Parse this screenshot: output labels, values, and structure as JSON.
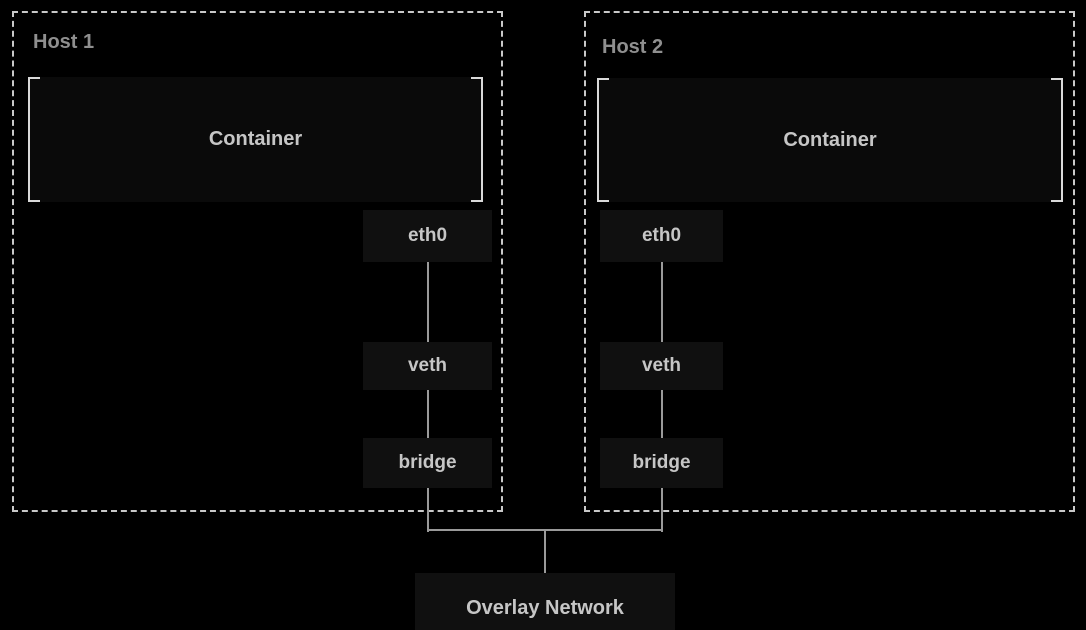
{
  "diagram": {
    "hosts": [
      {
        "label": "Host 1",
        "container": {
          "label": "Container"
        },
        "interfaces": [
          {
            "label": "eth0"
          },
          {
            "label": "veth"
          },
          {
            "label": "bridge"
          }
        ]
      },
      {
        "label": "Host 2",
        "container": {
          "label": "Container"
        },
        "interfaces": [
          {
            "label": "eth0"
          },
          {
            "label": "veth"
          },
          {
            "label": "bridge"
          }
        ]
      }
    ],
    "overlay_network": {
      "label": "Overlay Network"
    },
    "colors": {
      "background": "#000000",
      "host_border_dashed": "#c9c9c9",
      "container_bracket": "#d9d9d9",
      "container_fill": "#0a0a0a",
      "node_fill": "#101010",
      "connector_line": "#9a9a9a",
      "host_label_text": "#8f8f8f",
      "node_label_text": "#c6c6c6"
    }
  }
}
